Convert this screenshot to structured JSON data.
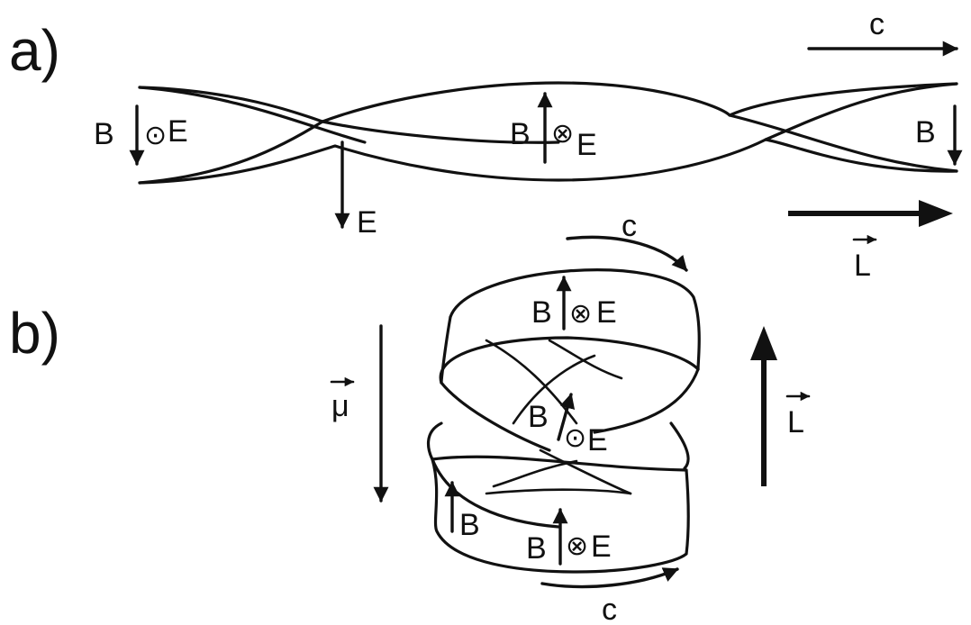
{
  "panels": {
    "a": "a)",
    "b": "b)"
  },
  "labels": {
    "c": "c",
    "B": "B",
    "E": "E",
    "L": "L",
    "mu": "μ",
    "dot_symbol": "⊙",
    "cross_symbol": "⊗"
  },
  "colors": {
    "ink": "#111111",
    "background": "#ffffff"
  }
}
